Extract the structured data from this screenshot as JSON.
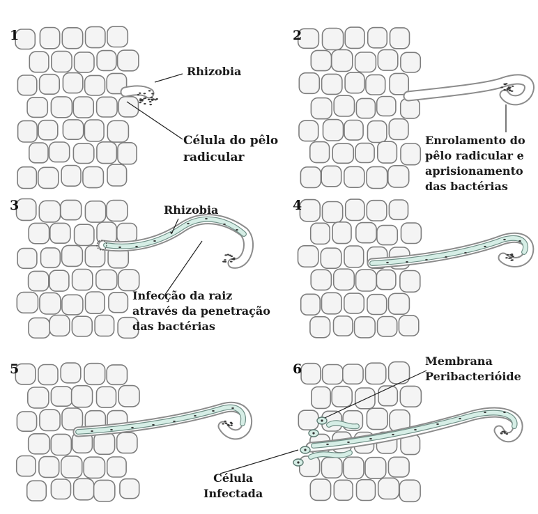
{
  "panels": [
    {
      "number": "1"
    },
    {
      "number": "2"
    },
    {
      "number": "3"
    },
    {
      "number": "4"
    },
    {
      "number": "5"
    },
    {
      "number": "6"
    }
  ],
  "labels": {
    "p1_rhizobia": "Rhizobia",
    "p1_hair_cell_line1": "Célula do pêlo",
    "p1_hair_cell_line2": "radicular",
    "p2_curling_line1": "Enrolamento do",
    "p2_curling_line2": "pêlo radicular e",
    "p2_curling_line3": "aprisionamento",
    "p2_curling_line4": "das bactérias",
    "p3_rhizobia": "Rhizobia",
    "p3_infection_line1": "Infecção da raiz",
    "p3_infection_line2": "através da penetração",
    "p3_infection_line3": "das bactérias",
    "p6_membrane_line1": "Membrana",
    "p6_membrane_line2": "Peribacterióide",
    "p6_infected_line1": "Célula",
    "p6_infected_line2": "Infectada"
  },
  "colors": {
    "cell_fill": "#f4f4f4",
    "cell_stroke": "#7d7d7d",
    "infection_thread": "#d6eee6",
    "bacteria": "#3c3c3c"
  }
}
